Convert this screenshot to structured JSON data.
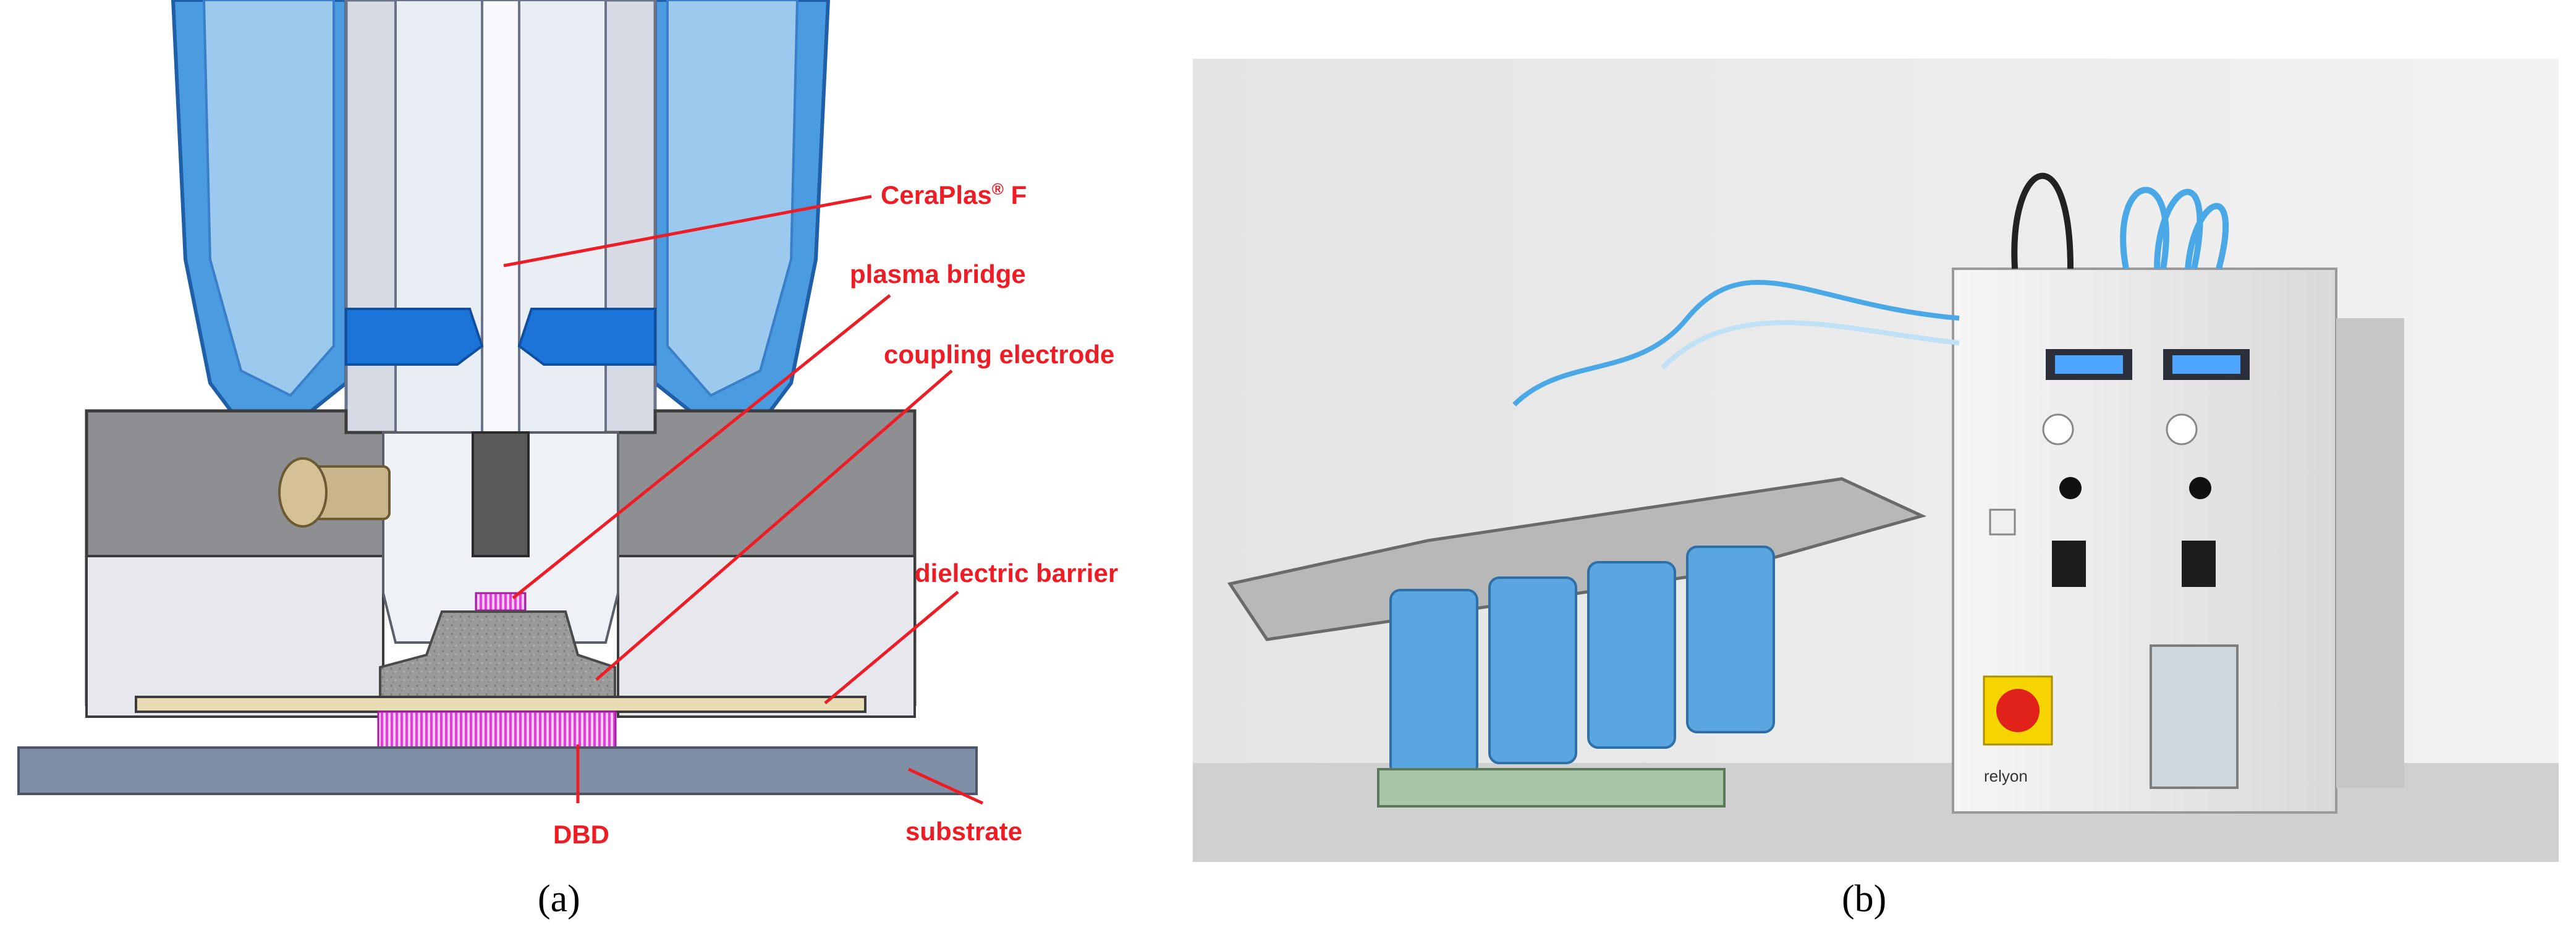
{
  "figure": {
    "panel_a": {
      "caption": "(a)",
      "labels": {
        "ceraplas": "CeraPlas",
        "ceraplas_mark": "®",
        "ceraplas_suffix": " F",
        "plasma_bridge": "plasma bridge",
        "coupling_electrode": "coupling electrode",
        "dielectric_barrier": "dielectric barrier",
        "dbd": "DBD",
        "substrate": "substrate"
      },
      "colors": {
        "callout": "#ee1c25",
        "housing_blue": "#3a8fd8",
        "plasma_magenta": "#e040d8",
        "substrate_gray": "#7f90a6"
      }
    },
    "panel_b": {
      "caption": "(b)",
      "brand_text": "relyon"
    }
  }
}
